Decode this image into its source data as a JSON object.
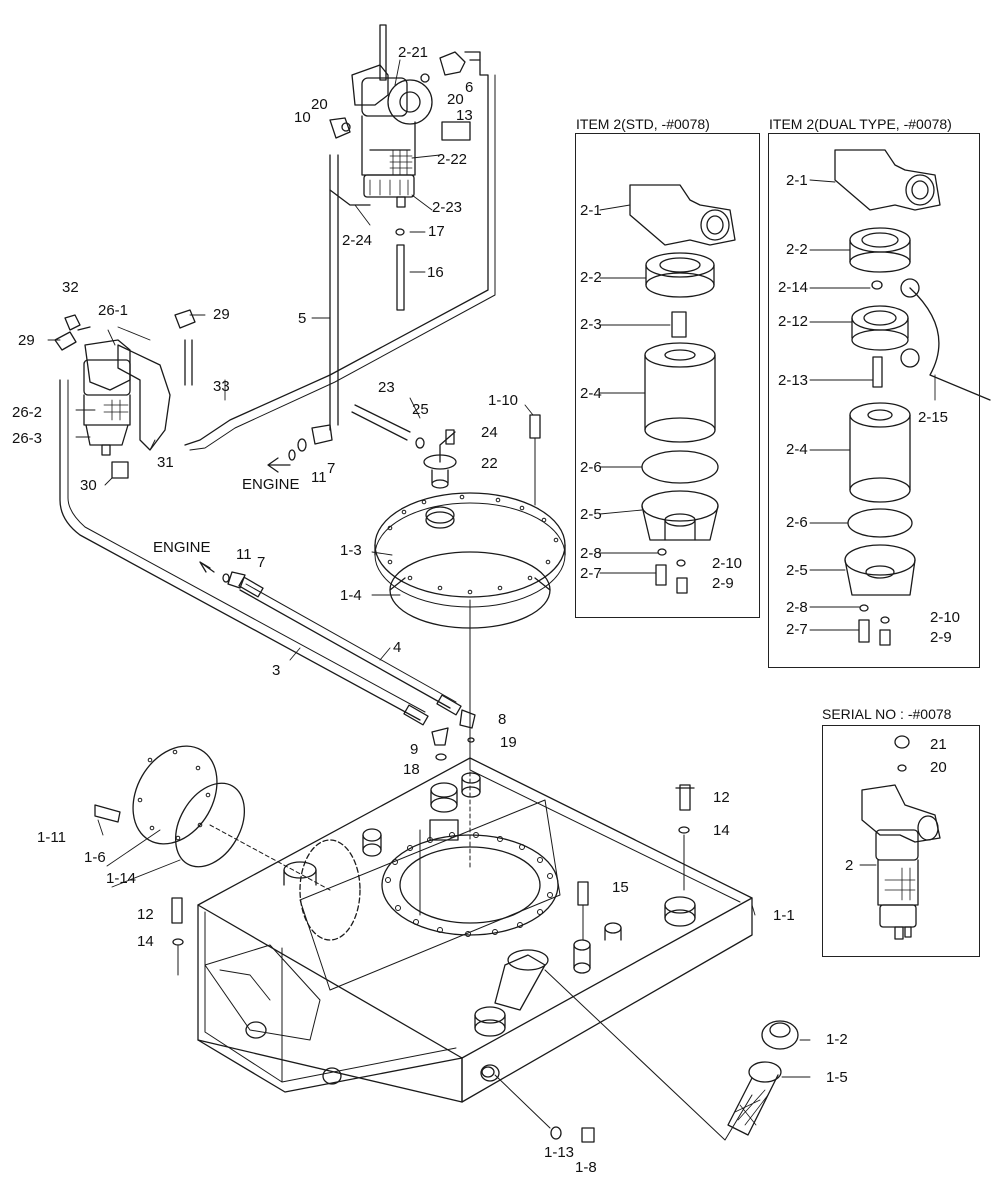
{
  "insets": {
    "std_title": "ITEM 2(STD, -#0078)",
    "dual_title": "ITEM 2(DUAL TYPE, -#0078)",
    "serial_title": "SERIAL NO : -#0078"
  },
  "notes": {
    "engine_1": "ENGINE",
    "engine_2": "ENGINE"
  },
  "labels": {
    "p2_21": "2-21",
    "p6": "6",
    "p20a": "20",
    "p20b": "20",
    "p10": "10",
    "p13": "13",
    "p2_22": "2-22",
    "p2_23": "2-23",
    "p2_24": "2-24",
    "p17": "17",
    "p16": "16",
    "p5": "5",
    "p32": "32",
    "p26_1": "26-1",
    "p29a": "29",
    "p29b": "29",
    "p33": "33",
    "p26_2": "26-2",
    "p26_3": "26-3",
    "p31": "31",
    "p30": "30",
    "p23": "23",
    "p25": "25",
    "p1_10": "1-10",
    "p24": "24",
    "p22": "22",
    "p11a": "11",
    "p7a": "7",
    "p1_3": "1-3",
    "p1_4": "1-4",
    "p11b": "11",
    "p7b": "7",
    "p3": "3",
    "p4": "4",
    "p8": "8",
    "p9": "9",
    "p19": "19",
    "p18": "18",
    "p12a": "12",
    "p14a": "14",
    "p1_11": "1-11",
    "p1_6": "1-6",
    "p1_14": "1-14",
    "p15": "15",
    "p1_1": "1-1",
    "p12b": "12",
    "p14b": "14",
    "p1_2": "1-2",
    "p1_5": "1-5",
    "p1_13": "1-13",
    "p1_8": "1-8",
    "s2_1": "2-1",
    "s2_2": "2-2",
    "s2_3": "2-3",
    "s2_4": "2-4",
    "s2_6": "2-6",
    "s2_5": "2-5",
    "s2_8": "2-8",
    "s2_10": "2-10",
    "s2_7": "2-7",
    "s2_9": "2-9",
    "d2_1": "2-1",
    "d2_2": "2-2",
    "d2_14": "2-14",
    "d2_12": "2-12",
    "d2_13": "2-13",
    "d2_15": "2-15",
    "d2_4": "2-4",
    "d2_6": "2-6",
    "d2_5": "2-5",
    "d2_8": "2-8",
    "d2_10": "2-10",
    "d2_7": "2-7",
    "d2_9": "2-9",
    "r21": "21",
    "r20": "20",
    "r2": "2"
  }
}
